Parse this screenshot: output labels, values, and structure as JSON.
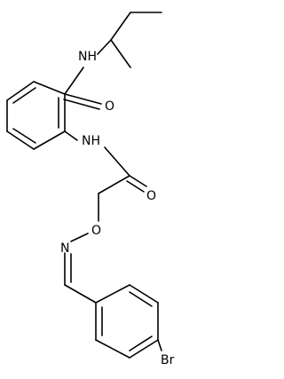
{
  "structure": {
    "atoms": [
      {
        "label": "NH"
      },
      {
        "label": "O"
      },
      {
        "label": "NH"
      },
      {
        "label": "O"
      },
      {
        "label": "O"
      },
      {
        "label": "N"
      },
      {
        "label": "Br"
      }
    ]
  }
}
